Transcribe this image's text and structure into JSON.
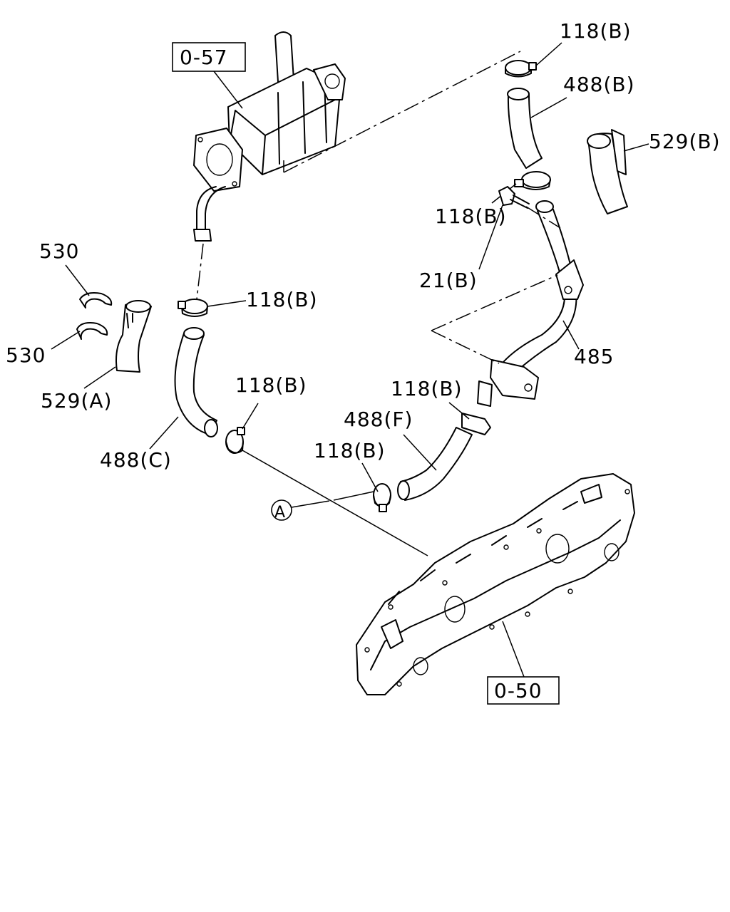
{
  "labels": {
    "ref_057": "0-57",
    "ref_050": "0-50",
    "p118_top": "118(B)",
    "p488b": "488(B)",
    "p529b": "529(B)",
    "p118_mid_right": "118(B)",
    "p21b": "21(B)",
    "p485": "485",
    "p530_top": "530",
    "p530_bottom": "530",
    "p529a": "529(A)",
    "p118_left": "118(B)",
    "p488c": "488(C)",
    "p118_center": "118(B)",
    "p118_right_lower": "118(B)",
    "p488f": "488(F)",
    "p118_lower": "118(B)",
    "callout_a": "A"
  }
}
